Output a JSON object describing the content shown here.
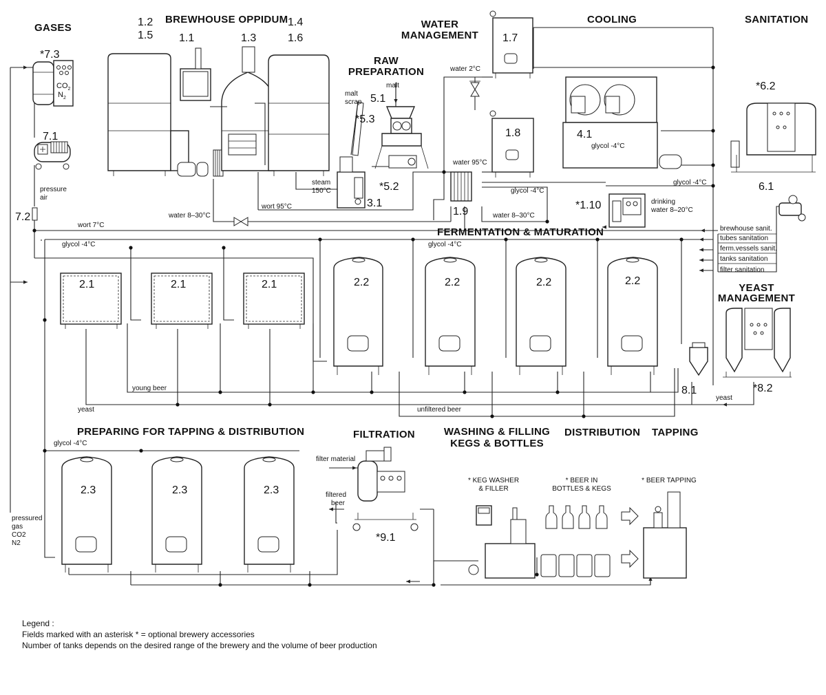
{
  "sections": {
    "gases": "GASES",
    "brewhouse": "BREWHOUSE OPPIDUM",
    "water_management": [
      "WATER",
      "MANAGEMENT"
    ],
    "raw_preparation": [
      "RAW",
      "PREPARATION"
    ],
    "cooling": "COOLING",
    "sanitation": "SANITATION",
    "fermentation": "FERMENTATION & MATURATION",
    "yeast_management": [
      "YEAST",
      "MANAGEMENT"
    ],
    "preparing": "PREPARING FOR TAPPING & DISTRIBUTION",
    "filtration": "FILTRATION",
    "washing": [
      "WASHING & FILLING",
      "KEGS & BOTTLES"
    ],
    "distribution": "DISTRIBUTION",
    "tapping": "TAPPING"
  },
  "labels": {
    "n7_3": "*7.3",
    "n7_1": "7.1",
    "n7_2": "7.2",
    "n1_2": "1.2",
    "n1_5": "1.5",
    "n1_1": "1.1",
    "n1_3": "1.3",
    "n1_4": "1.4",
    "n1_6": "1.6",
    "n5_1": "5.1",
    "n5_3": "*5.3",
    "n5_2": "*5.2",
    "n3_1": "3.1",
    "n1_7": "1.7",
    "n1_8": "1.8",
    "n1_9": "1.9",
    "n1_10": "*1.10",
    "n4_1": "4.1",
    "n6_2": "*6.2",
    "n6_1": "6.1",
    "n8_1": "8.1",
    "n8_2": "*8.2",
    "n9_1": "*9.1",
    "n2_1": "2.1",
    "n2_2": "2.2",
    "n2_3": "2.3",
    "co2": "CO",
    "co2_sub": "2",
    "n2": "N",
    "n2_sub": "2"
  },
  "notes": {
    "pressure_air": [
      "pressure",
      "air"
    ],
    "pressured_gas": [
      "pressured",
      "gas",
      "CO2",
      "N2"
    ],
    "malt": "malt",
    "malt_scrap": [
      "malt",
      "scrap"
    ],
    "steam": [
      "steam",
      "150°C"
    ],
    "wort_95": "wort 95°C",
    "wort_7": "wort 7°C",
    "water_8_30_a": "water 8–30°C",
    "water_8_30_b": "water 8–30°C",
    "water_2": "water 2°C",
    "water_95": "water 95°C",
    "glycol_cooling": "glycol -4°C",
    "glycol_hx": "glycol -4°C",
    "glycol_right": "glycol -4°C",
    "glycol_ferm_left": "glycol -4°C",
    "glycol_ferm_mid": "glycol -4°C",
    "glycol_prep": "glycol -4°C",
    "drinking_water": [
      "drinking",
      "water 8–20°C"
    ],
    "young_beer": "young beer",
    "yeast_left": "yeast",
    "yeast_right": "yeast",
    "unfiltered_beer": "unfiltered beer",
    "filter_material": "filter material",
    "filtered_beer": [
      "filtered",
      "beer"
    ],
    "keg_washer": [
      "* KEG WASHER",
      "& FILLER"
    ],
    "beer_in": [
      "* BEER IN",
      "BOTTLES & KEGS"
    ],
    "beer_tapping": "* BEER TAPPING"
  },
  "sanitation_items": [
    "brewhouse sanit.",
    "tubes sanitation",
    "ferm.vessels sanit.",
    "tanks sanitation",
    "filter sanitation"
  ],
  "legend": {
    "title": "Legend :",
    "line1": "Fields marked with an asterisk * = optional brewery accessories",
    "line2": "Number of tanks depends on the desired range of the brewery and the volume of beer production"
  }
}
